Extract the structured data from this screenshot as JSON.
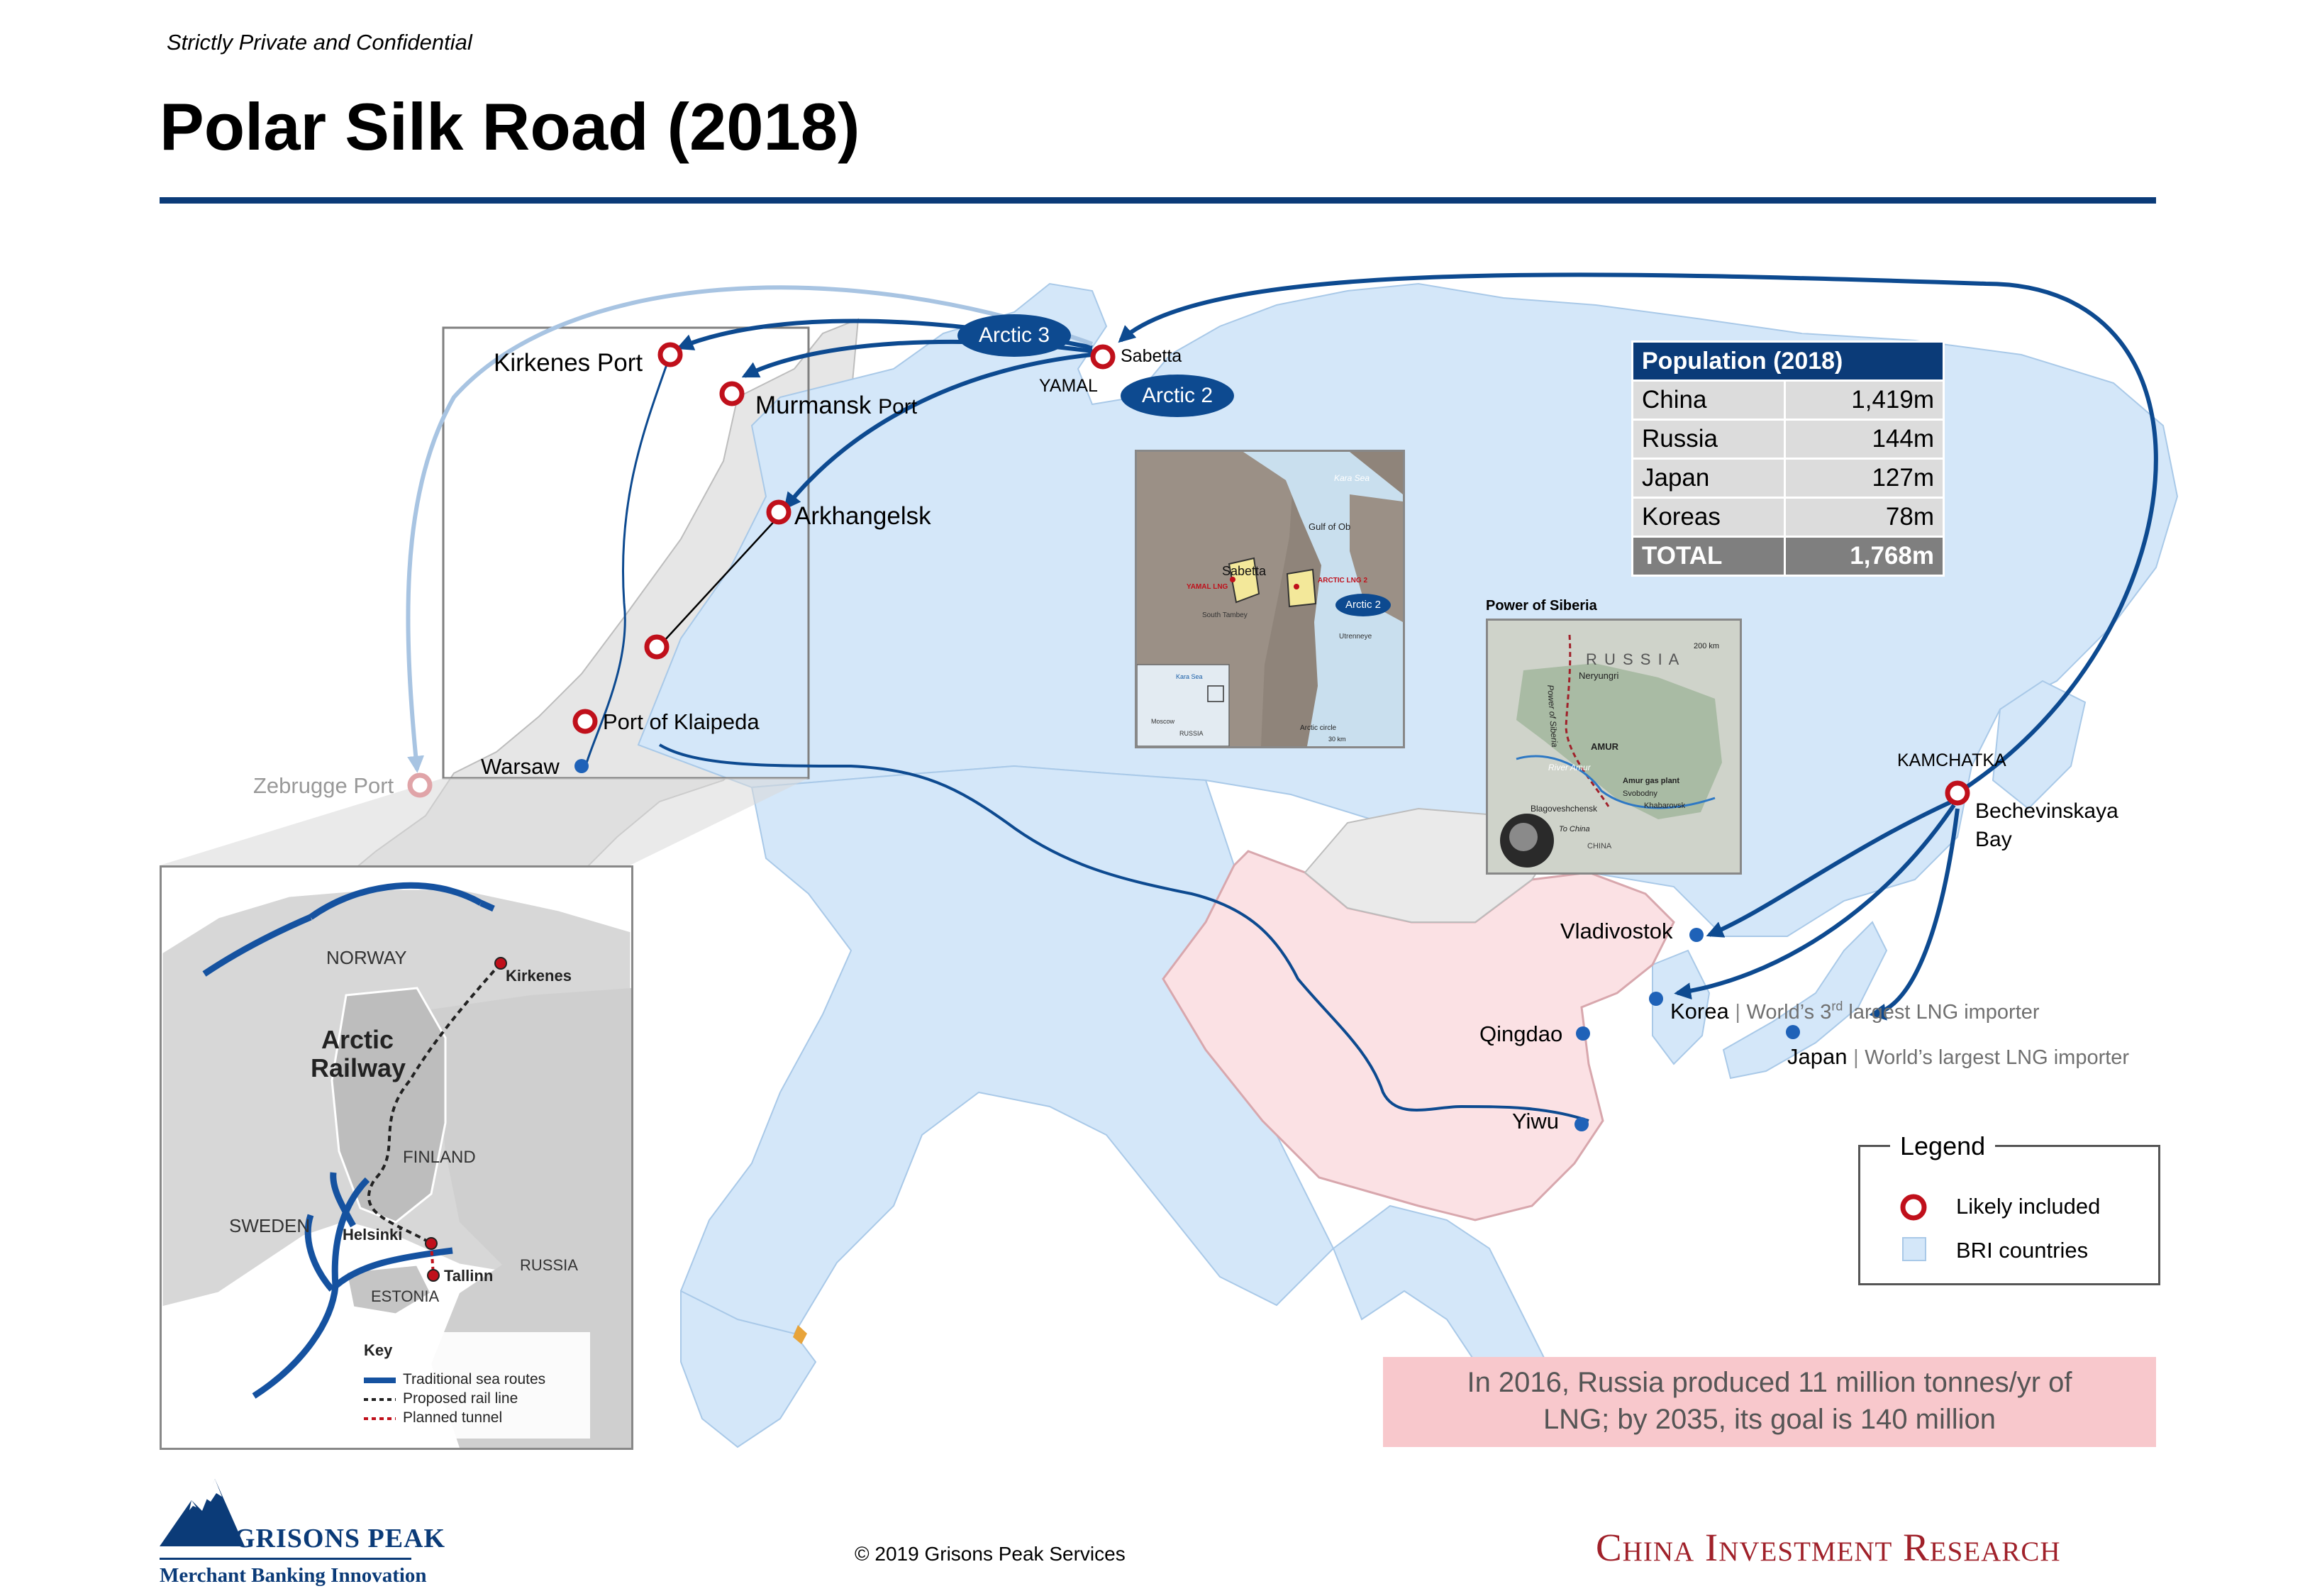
{
  "header": {
    "confidential": "Strictly Private and Confidential",
    "title": "Polar Silk Road (2018)"
  },
  "map": {
    "ports": {
      "kirkenes": "Kirkenes Port",
      "murmansk": "Murmansk",
      "murmansk_suffix": "Port",
      "arkhangelsk": "Arkhangelsk",
      "klaipeda": "Port of Klaipeda",
      "warsaw": "Warsaw",
      "zebrugge": "Zebrugge  Port",
      "sabetta": "Sabetta",
      "yamal": "YAMAL",
      "kamchatka": "KAMCHATKA",
      "bechevinskaya": "Bechevinskaya",
      "bay": "Bay",
      "vladivostok": "Vladivostok",
      "korea": "Korea",
      "korea_note_pre": "World’s 3",
      "korea_note_sup": "rd",
      "korea_note_post": " largest LNG importer",
      "japan": "Japan",
      "japan_note": "World’s largest LNG importer",
      "qingdao": "Qingdao",
      "yiwu": "Yiwu",
      "separator": "|"
    },
    "pills": {
      "arctic3": "Arctic 3",
      "arctic2": "Arctic 2"
    }
  },
  "yamal_inset": {
    "kara_sea": "Kara Sea",
    "gulf_of_ob": "Gulf of Ob",
    "sabetta": "Sabetta",
    "yamal_lng": "YAMAL LNG",
    "arctic_lng2": "ARCTIC LNG 2",
    "arctic2": "Arctic 2",
    "south_tambey": "South Tambey",
    "utrenneye": "Utrenneye",
    "kara_sea_small": "Kara Sea",
    "moscow": "Moscow",
    "russia": "RUSSIA",
    "arctic_circle": "Arctic circle",
    "scale": "30 km"
  },
  "siberia_inset": {
    "title": "Power of Siberia",
    "russia": "R U S S I A",
    "scale": "200 km",
    "neryungri": "Neryungri",
    "power_of_siberia_line": "Power of Siberia",
    "amur": "AMUR",
    "river_amur": "River Amur",
    "amur_gas_plant": "Amur gas plant",
    "svobodny": "Svobodny",
    "blagoveshchensk": "Blagoveshchensk",
    "khabarovsk": "Khabarovsk",
    "to_china": "To China",
    "china": "CHINA"
  },
  "railway_inset": {
    "norway": "NORWAY",
    "kirkenes": "Kirkenes",
    "title1": "Arctic",
    "title2": "Railway",
    "finland": "FINLAND",
    "sweden": "SWEDEN",
    "helsinki": "Helsinki",
    "tallinn": "Tallinn",
    "estonia": "ESTONIA",
    "russia": "RUSSIA",
    "key_title": "Key",
    "key_items": [
      "Traditional sea routes",
      "Proposed rail line",
      "Planned tunnel"
    ]
  },
  "population_table": {
    "header": "Population (2018)",
    "rows": [
      {
        "country": "China",
        "value": "1,419m"
      },
      {
        "country": "Russia",
        "value": "144m"
      },
      {
        "country": "Japan",
        "value": "127m"
      },
      {
        "country": "Koreas",
        "value": "78m"
      }
    ],
    "total_label": "TOTAL",
    "total_value": "1,768m"
  },
  "legend": {
    "title": "Legend",
    "items": [
      "Likely included",
      "BRI countries"
    ]
  },
  "callout": {
    "line1": "In 2016, Russia produced 11 million tonnes/yr of",
    "line2": "LNG; by 2035, its goal is 140 million"
  },
  "footer": {
    "copyright": "© 2019 Grisons Peak Services",
    "cir": "China Investment Research",
    "gp_name": "GRISONS PEAK",
    "gp_tag": "Merchant Banking Innovation"
  },
  "colors": {
    "route_blue": "#0d4a90",
    "bri_fill": "#d4e7f9",
    "china_fill": "#fbe1e4",
    "marker_red": "#c0101b",
    "brand_red": "#a0212a",
    "brand_navy": "#0b3b78"
  }
}
